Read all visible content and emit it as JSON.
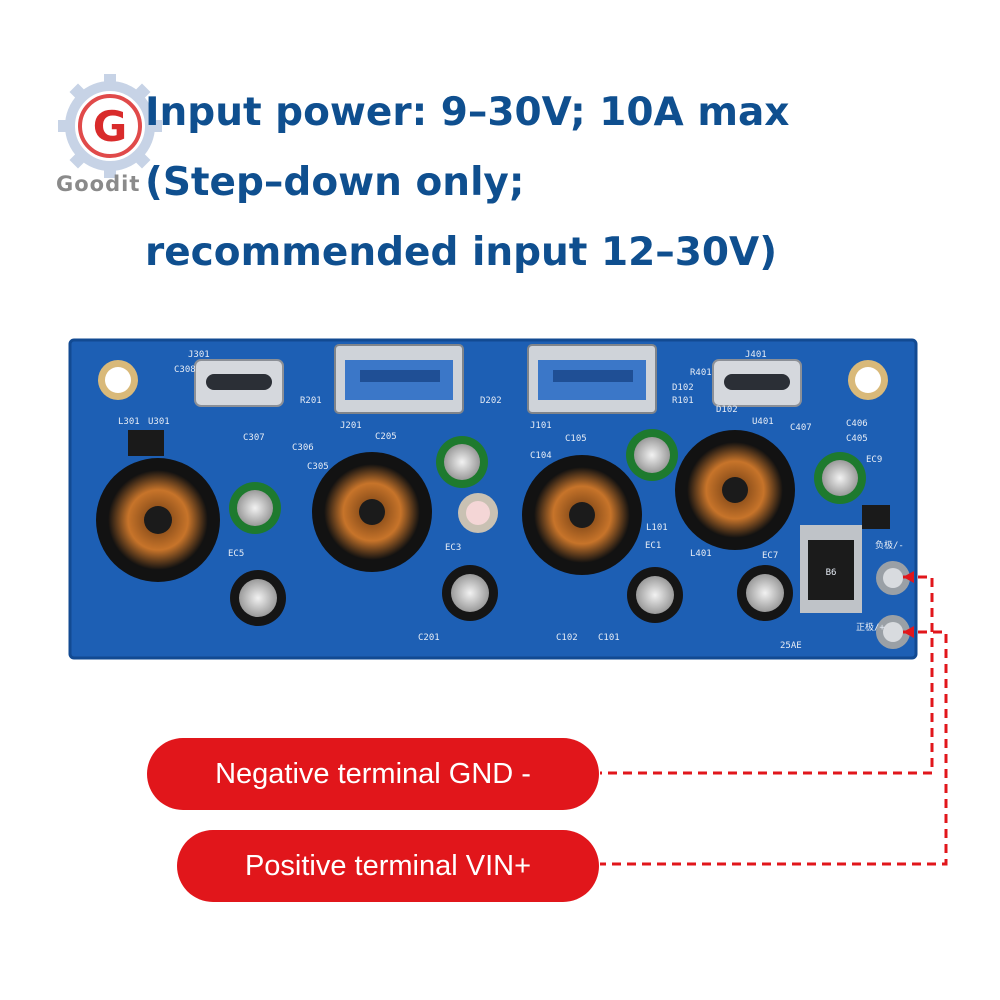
{
  "brand": {
    "logo_letter": "G",
    "logo_text": "Goodit"
  },
  "headline": {
    "line1": "Input power: 9–30V; 10A max",
    "line2": "(Step–down only;",
    "line3": "recommended input 12–30V)"
  },
  "board": {
    "marking": "25AE",
    "terminal_neg_label": "负极/-",
    "terminal_pos_label": "正极/+",
    "connectors": [
      "J301",
      "J201",
      "J101",
      "J401"
    ],
    "diode_marking": "B6",
    "silkscreen": [
      "L301",
      "U301",
      "C308",
      "C307",
      "C306",
      "C305",
      "C205",
      "C105",
      "C104",
      "C406",
      "C405",
      "C407",
      "U401",
      "EC5",
      "EC3",
      "EC1",
      "EC7",
      "EC9",
      "L101",
      "L401",
      "C201",
      "C102",
      "C101",
      "R201",
      "D202",
      "R101",
      "D102",
      "R401",
      "D102"
    ]
  },
  "callouts": {
    "negative": "Negative terminal GND -",
    "positive": "Positive terminal VIN+"
  },
  "colors": {
    "headline": "#0f4f8f",
    "pcb": "#1d5fb4",
    "callout": "#e1161b",
    "wire": "#e1161b"
  }
}
